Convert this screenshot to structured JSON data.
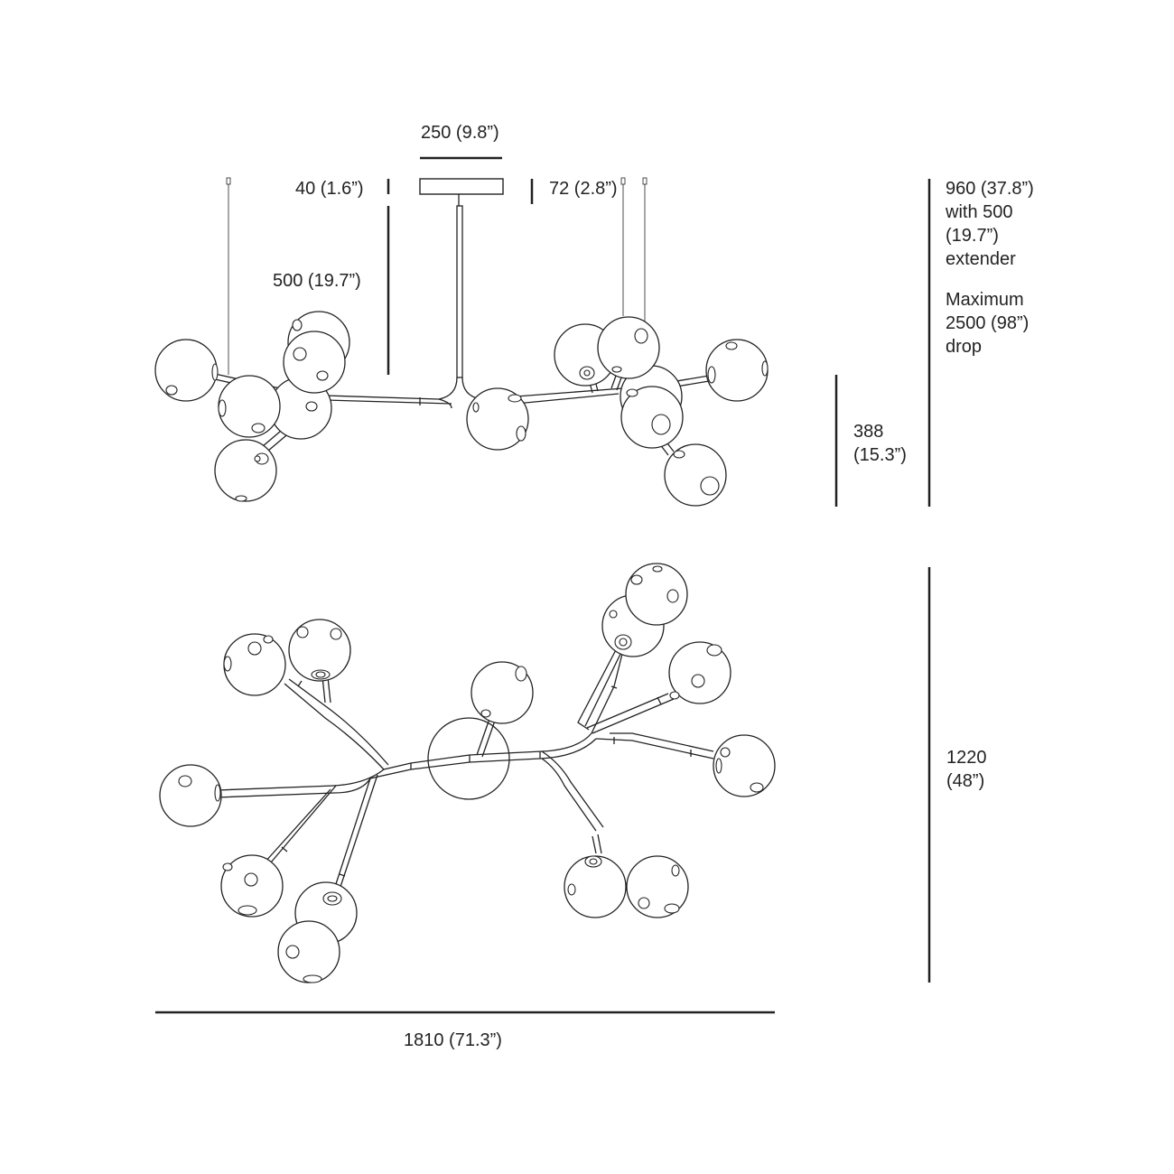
{
  "dimensions": {
    "canopy_width": "250 (9.8”)",
    "canopy_height": "40 (1.6”)",
    "canopy_total": "72 (2.8”)",
    "rod_length": "500 (19.7”)",
    "body_height": [
      "388",
      "(15.3”)"
    ],
    "total_height": [
      "960 (37.8”)",
      "with 500",
      "(19.7”)",
      "extender"
    ],
    "max_drop": [
      "Maximum",
      "2500 (98”)",
      "drop"
    ],
    "depth": [
      "1220",
      "(48”)"
    ],
    "width": "1810 (71.3”)"
  },
  "colors": {
    "line": "#222222",
    "background": "#ffffff"
  }
}
